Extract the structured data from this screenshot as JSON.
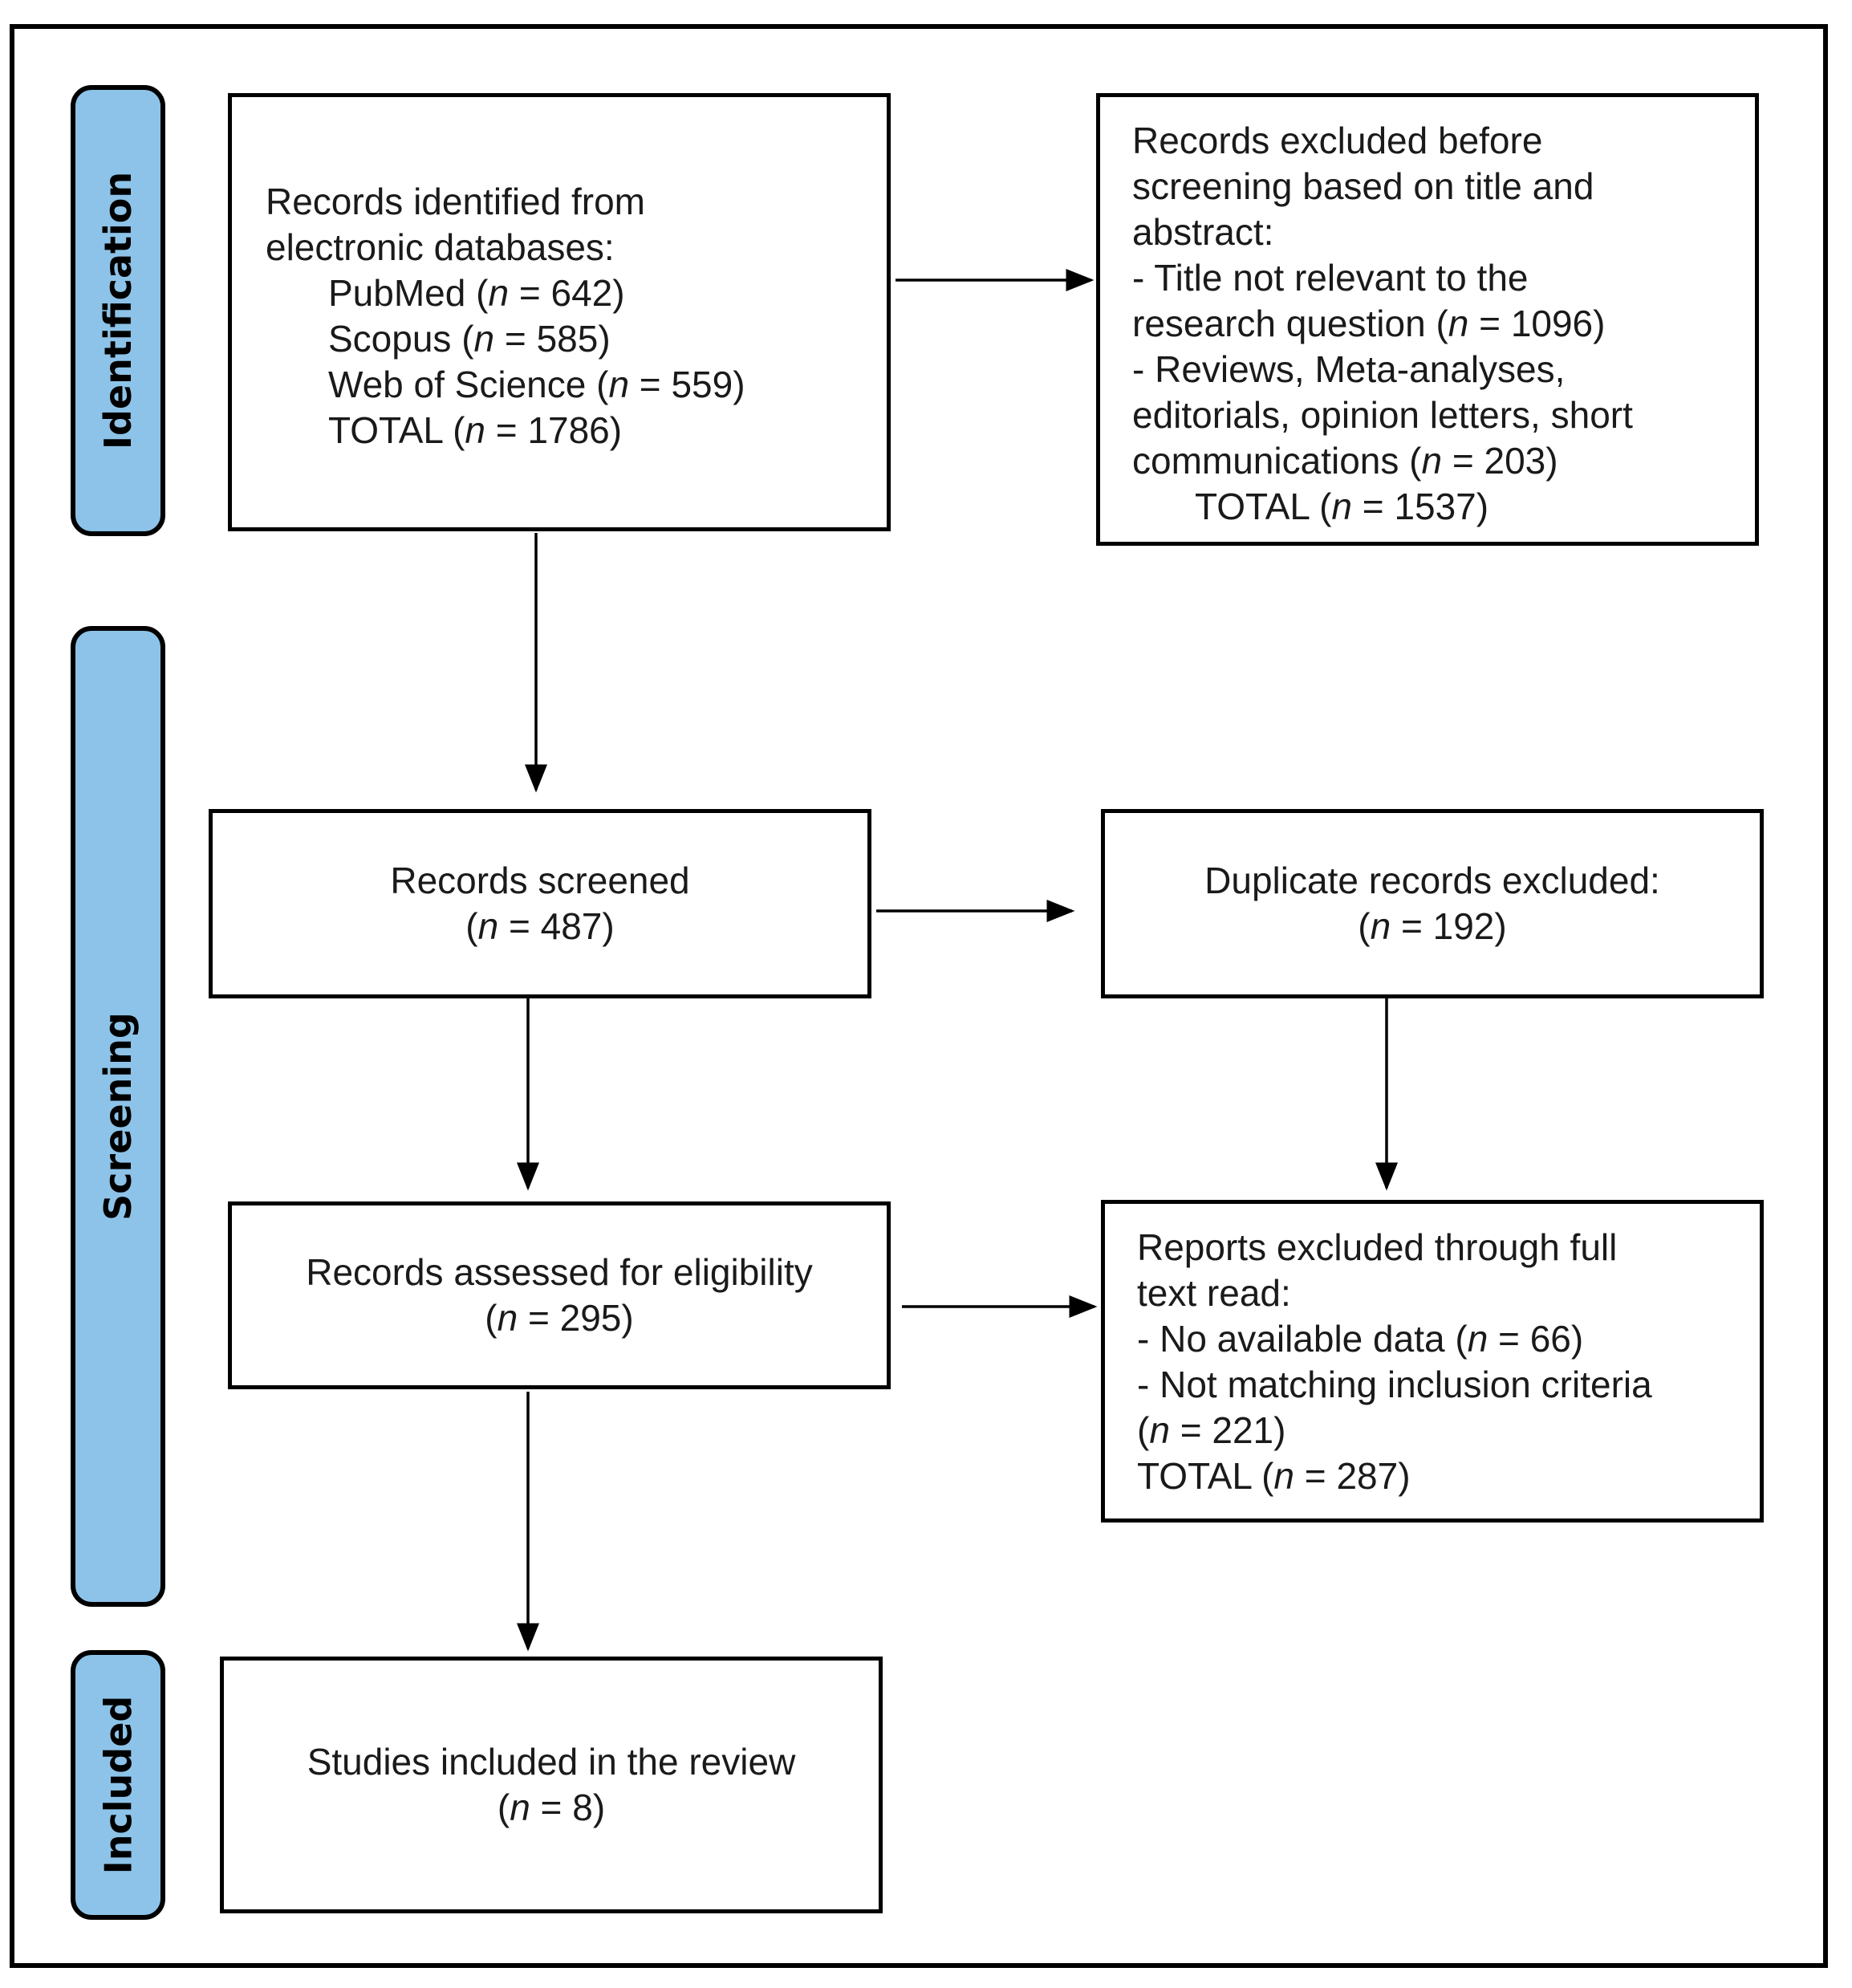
{
  "phases": {
    "identification": "Identification",
    "screening": "Screening",
    "included": "Included"
  },
  "phase_color": "#8DC3E8",
  "identified": {
    "title_1": "Records identified from",
    "title_2": "electronic databases:",
    "pubmed_name": "PubMed",
    "pubmed_n": "642",
    "scopus_name": "Scopus",
    "scopus_n": "585",
    "wos_name": "Web of Science",
    "wos_n": "559",
    "total_name": "TOTAL",
    "total_n": "1786"
  },
  "excluded_title_abstract": {
    "line_1": "Records excluded before",
    "line_2": "screening based on title and",
    "line_3": "abstract:",
    "line_4": "- Title not relevant to the",
    "line_5_prefix": "research question",
    "line_5_n": "1096",
    "line_6": "- Reviews, Meta-analyses,",
    "line_7": "editorials, opinion letters, short",
    "line_8_prefix": "communications",
    "line_8_n": "203",
    "total_name": "TOTAL",
    "total_n": "1537"
  },
  "screened": {
    "title": "Records screened",
    "n": "487"
  },
  "duplicates": {
    "title": "Duplicate records excluded:",
    "n": "192"
  },
  "eligibility": {
    "title": "Records assessed for eligibility",
    "n": "295"
  },
  "excluded_full_text": {
    "line_1": "Reports excluded through full",
    "line_2": "text read:",
    "line_3_prefix": "- No available data",
    "line_3_n": "66",
    "line_4": "- Not matching inclusion criteria",
    "line_5_n": "221",
    "total_name": "TOTAL",
    "total_n": "287"
  },
  "included": {
    "title": "Studies included in the review",
    "n": "8"
  },
  "n_symbol": "n"
}
